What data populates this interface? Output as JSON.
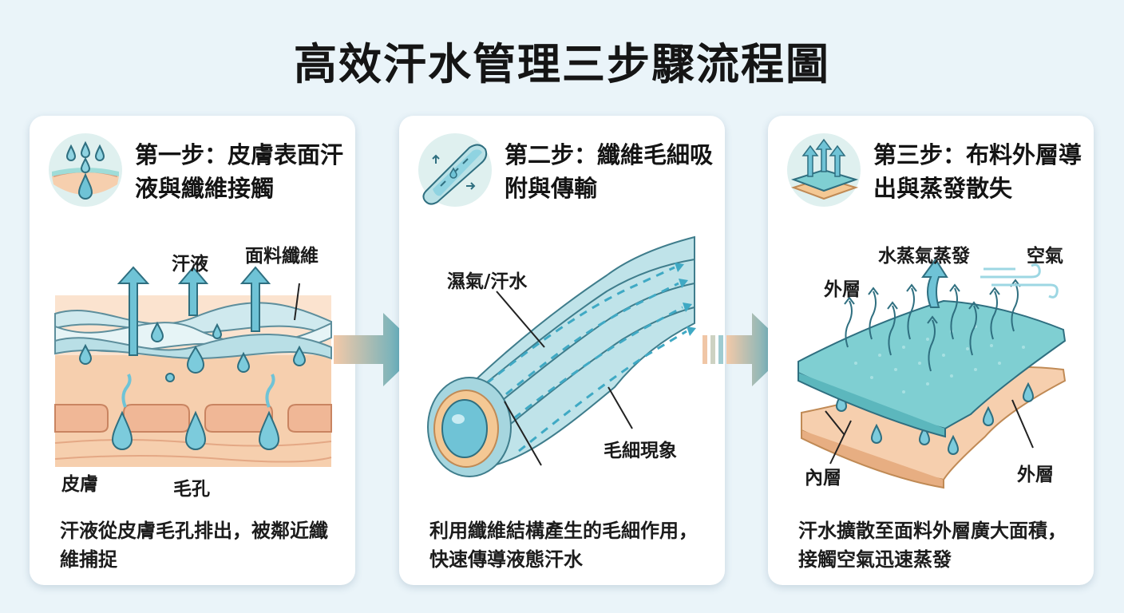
{
  "title": "高效汗水管理三步驟流程圖",
  "colors": {
    "background": "#eaf4f9",
    "card": "#ffffff",
    "water": "#6fc3d6",
    "fabric_top": "#7fcfd2",
    "skin": "#f6cfae",
    "arrow": "#3fa9c4"
  },
  "steps": [
    {
      "heading": "第一步：皮膚表面汗液與纖維接觸",
      "icon": "sweat-droplets-icon",
      "labels": {
        "sweat": "汗液",
        "fabric_fiber": "面料纖維",
        "skin": "皮膚",
        "pore": "毛孔"
      },
      "description": "汗液從皮膚毛孔排出，被鄰近纖維捕捉"
    },
    {
      "heading": "第二步：纖維毛細吸附與傳輸",
      "icon": "fiber-tube-icon",
      "labels": {
        "moisture": "濕氣/汗水",
        "capillary": "毛細現象"
      },
      "description": "利用纖維結構產生的毛細作用，快速傳導液態汗水"
    },
    {
      "heading": "第三步：布料外層導出與蒸發散失",
      "icon": "evaporation-layers-icon",
      "labels": {
        "evaporation": "水蒸氣蒸發",
        "air": "空氣",
        "outer_top": "外層",
        "inner": "內層",
        "outer_bottom": "外層"
      },
      "description": "汗水擴散至面料外層廣大面積，接觸空氣迅速蒸發"
    }
  ]
}
